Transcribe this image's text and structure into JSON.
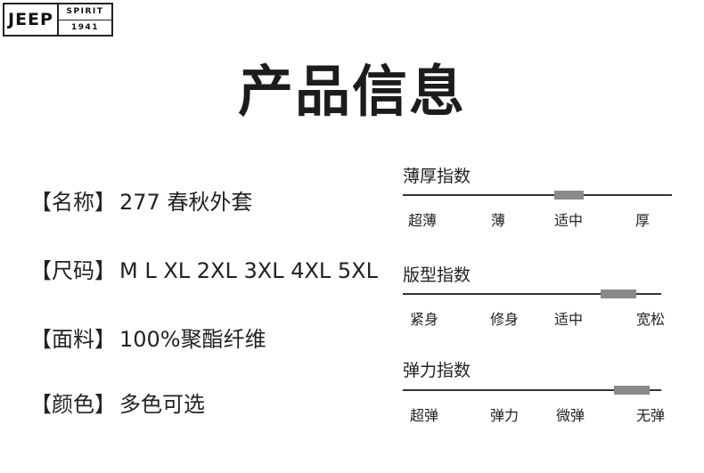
{
  "logo": {
    "word": "JEEP",
    "spirit": "SPIRIT",
    "year": "1941"
  },
  "page_title": "产品信息",
  "info": [
    {
      "label": "【名称】",
      "value": "277 春秋外套"
    },
    {
      "label": "【尺码】",
      "value": "M L XL 2XL 3XL 4XL 5XL"
    },
    {
      "label": "【面料】",
      "value": "100%聚酯纤维"
    },
    {
      "label": "【颜色】",
      "value": "多色可选"
    }
  ],
  "indices": [
    {
      "title": "薄厚指数",
      "ticks": [
        "超薄",
        "薄",
        "适中",
        "厚"
      ],
      "selected": "适中"
    },
    {
      "title": "版型指数",
      "ticks": [
        "紧身",
        "修身",
        "适中",
        "宽松"
      ],
      "selected": "适中-宽松"
    },
    {
      "title": "弹力指数",
      "ticks": [
        "超弹",
        "弹力",
        "微弹",
        "无弹"
      ],
      "selected": "无弹"
    }
  ],
  "colors": {
    "marker": "#8a8a8a",
    "text": "#222222"
  }
}
